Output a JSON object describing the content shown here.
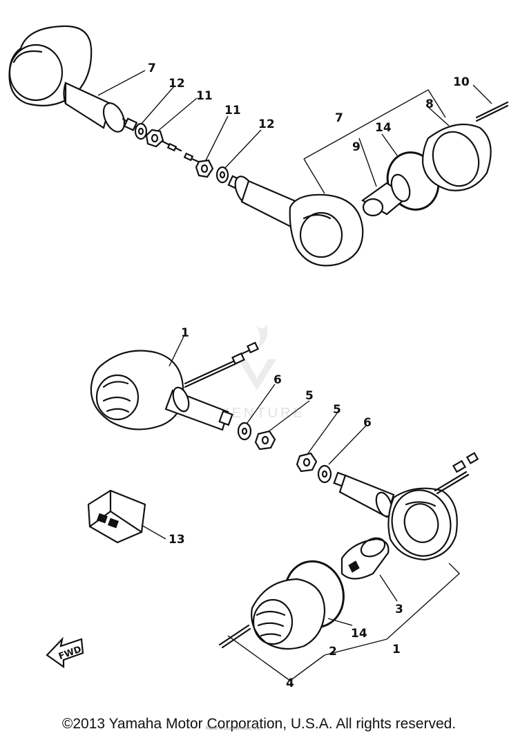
{
  "watermark": {
    "brand": "LEADVENTURE",
    "small_text": "Fiche © LeadVenture, Inc."
  },
  "labels": {
    "upper": {
      "p7a": "7",
      "p12a": "12",
      "p11a": "11",
      "p11b": "11",
      "p12b": "12",
      "p10": "10",
      "p8": "8",
      "p7b": "7",
      "p9": "9",
      "p14": "14"
    },
    "lower": {
      "p1a": "1",
      "p6a": "6",
      "p5a": "5",
      "p5b": "5",
      "p6b": "6",
      "p13": "13",
      "p3": "3",
      "p14": "14",
      "p1b": "1",
      "p2": "2",
      "p4": "4"
    }
  },
  "fwd_label": "FWD",
  "copyright": "©2013 Yamaha Motor Corporation, U.S.A. All rights reserved."
}
